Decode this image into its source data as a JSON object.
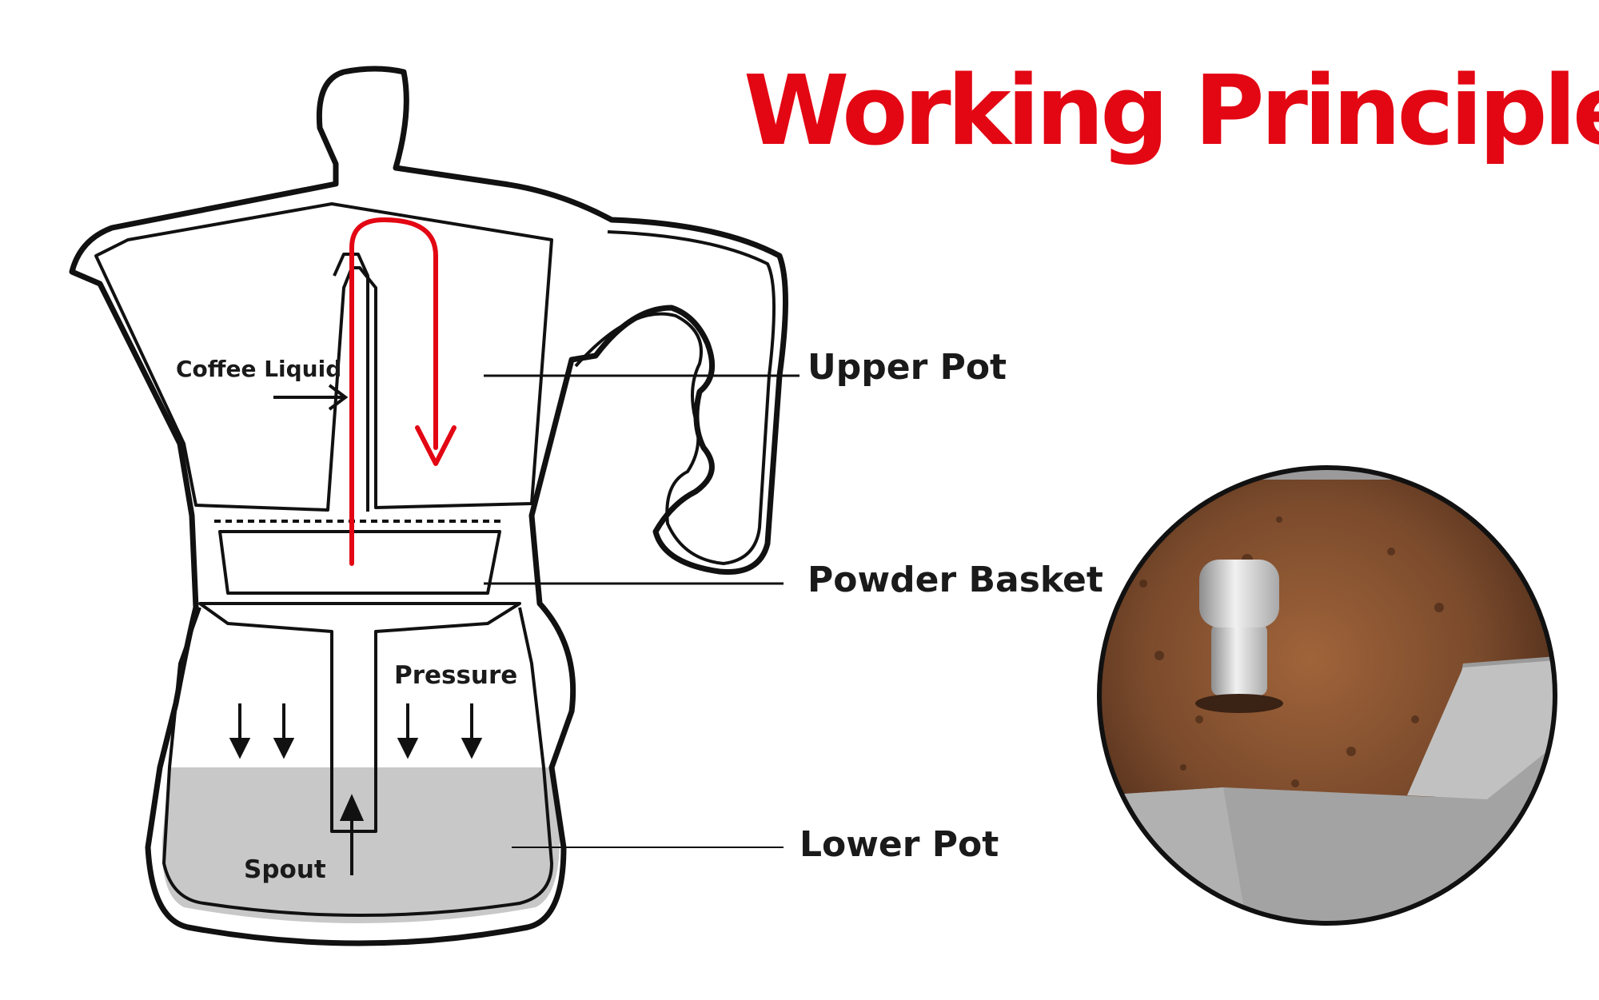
{
  "title": "Working Principle",
  "labels": {
    "upper_pot": "Upper Pot",
    "powder_basket": "Powder Basket",
    "lower_pot": "Lower Pot",
    "coffee_liquid": "Coffee Liquid",
    "pressure": "Pressure",
    "spout": "Spout"
  },
  "colors": {
    "title": "#e30613",
    "flow": "#e30613",
    "outline": "#111111",
    "water": "#c9c8c8",
    "coffee": "#7a4a2c",
    "metal": "#bdbdbd"
  },
  "icons": {
    "flow_arrow": "red-flow-arrow",
    "pressure_arrow": "down-arrow",
    "spout_arrow": "up-arrow"
  }
}
